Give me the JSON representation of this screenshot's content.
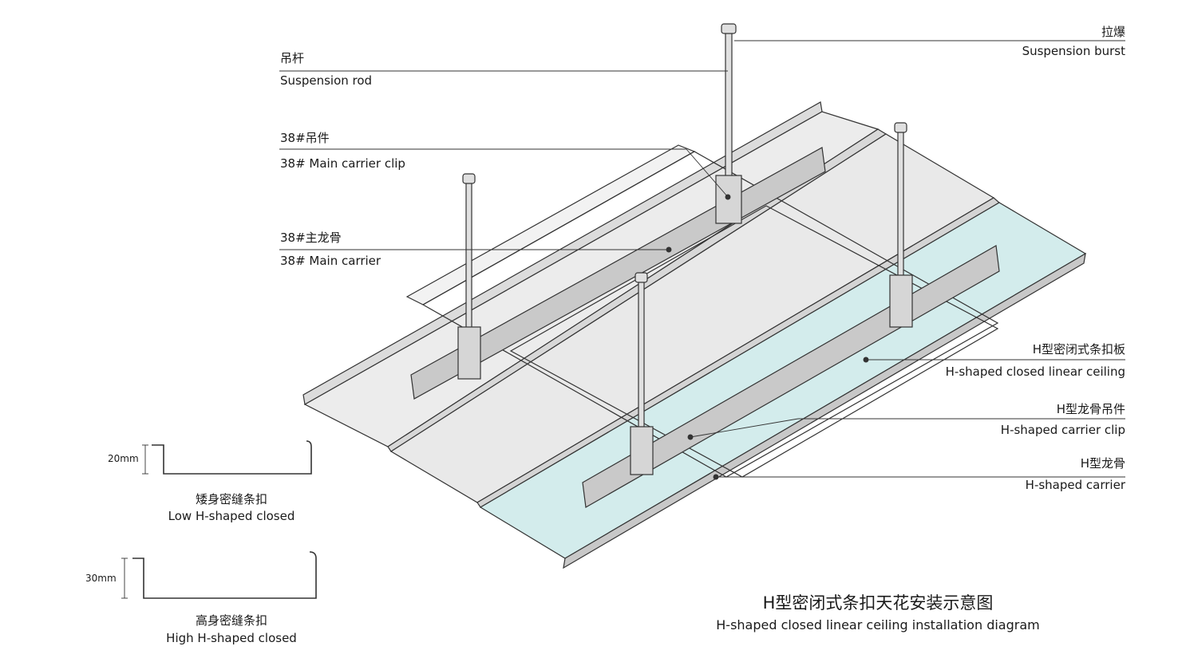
{
  "callouts": {
    "suspension_rod": {
      "cn": "吊杆",
      "en": "Suspension rod"
    },
    "main_carrier_clip": {
      "cn": "38#吊件",
      "en": "38# Main carrier clip"
    },
    "main_carrier": {
      "cn": "38#主龙骨",
      "en": "38# Main carrier"
    },
    "suspension_burst": {
      "cn": "拉爆",
      "en": "Suspension burst"
    },
    "linear_ceiling": {
      "cn": "H型密闭式条扣板",
      "en": "H-shaped closed linear ceiling"
    },
    "h_carrier_clip": {
      "cn": "H型龙骨吊件",
      "en": "H-shaped carrier clip"
    },
    "h_carrier": {
      "cn": "H型龙骨",
      "en": "H-shaped carrier"
    }
  },
  "profiles": {
    "low": {
      "height": "20mm",
      "cn": "矮身密缝条扣",
      "en": "Low H-shaped closed"
    },
    "high": {
      "height": "30mm",
      "cn": "高身密缝条扣",
      "en": "High H-shaped closed"
    }
  },
  "title": {
    "cn": "H型密闭式条扣天花安装示意图",
    "en": "H-shaped closed linear ceiling installation diagram"
  },
  "colors": {
    "panel": "#e9e9e9",
    "panel_highlight": "#d3ecec",
    "carrier": "#c9c9c9",
    "line": "#333333"
  }
}
